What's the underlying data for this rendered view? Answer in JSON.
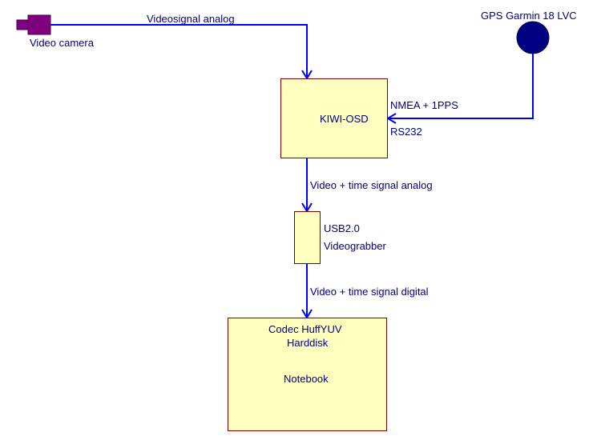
{
  "nodes": {
    "camera": {
      "label": "Video camera"
    },
    "gps": {
      "label": "GPS Garmin 18 LVC"
    },
    "kiwi": {
      "label": "KIWI-OSD"
    },
    "grabber": {
      "line1": "USB2.0",
      "line2": "Videograbber"
    },
    "notebook": {
      "line1": "Codec HuffYUV",
      "line2": "Harddisk",
      "line3": "Notebook"
    }
  },
  "edges": {
    "camera_to_kiwi": {
      "label": "Videosignal analog"
    },
    "gps_to_kiwi": {
      "label_top": "NMEA + 1PPS",
      "label_bottom": "RS232"
    },
    "kiwi_to_grabber": {
      "label": "Video + time signal analog"
    },
    "grabber_to_notebook": {
      "label": "Video + time signal digital"
    }
  },
  "colors": {
    "line": "#0000ff",
    "box_fill": "#ffffc0",
    "box_border": "#800000",
    "camera": "#800080",
    "gps": "#000080",
    "text": "#000080"
  }
}
